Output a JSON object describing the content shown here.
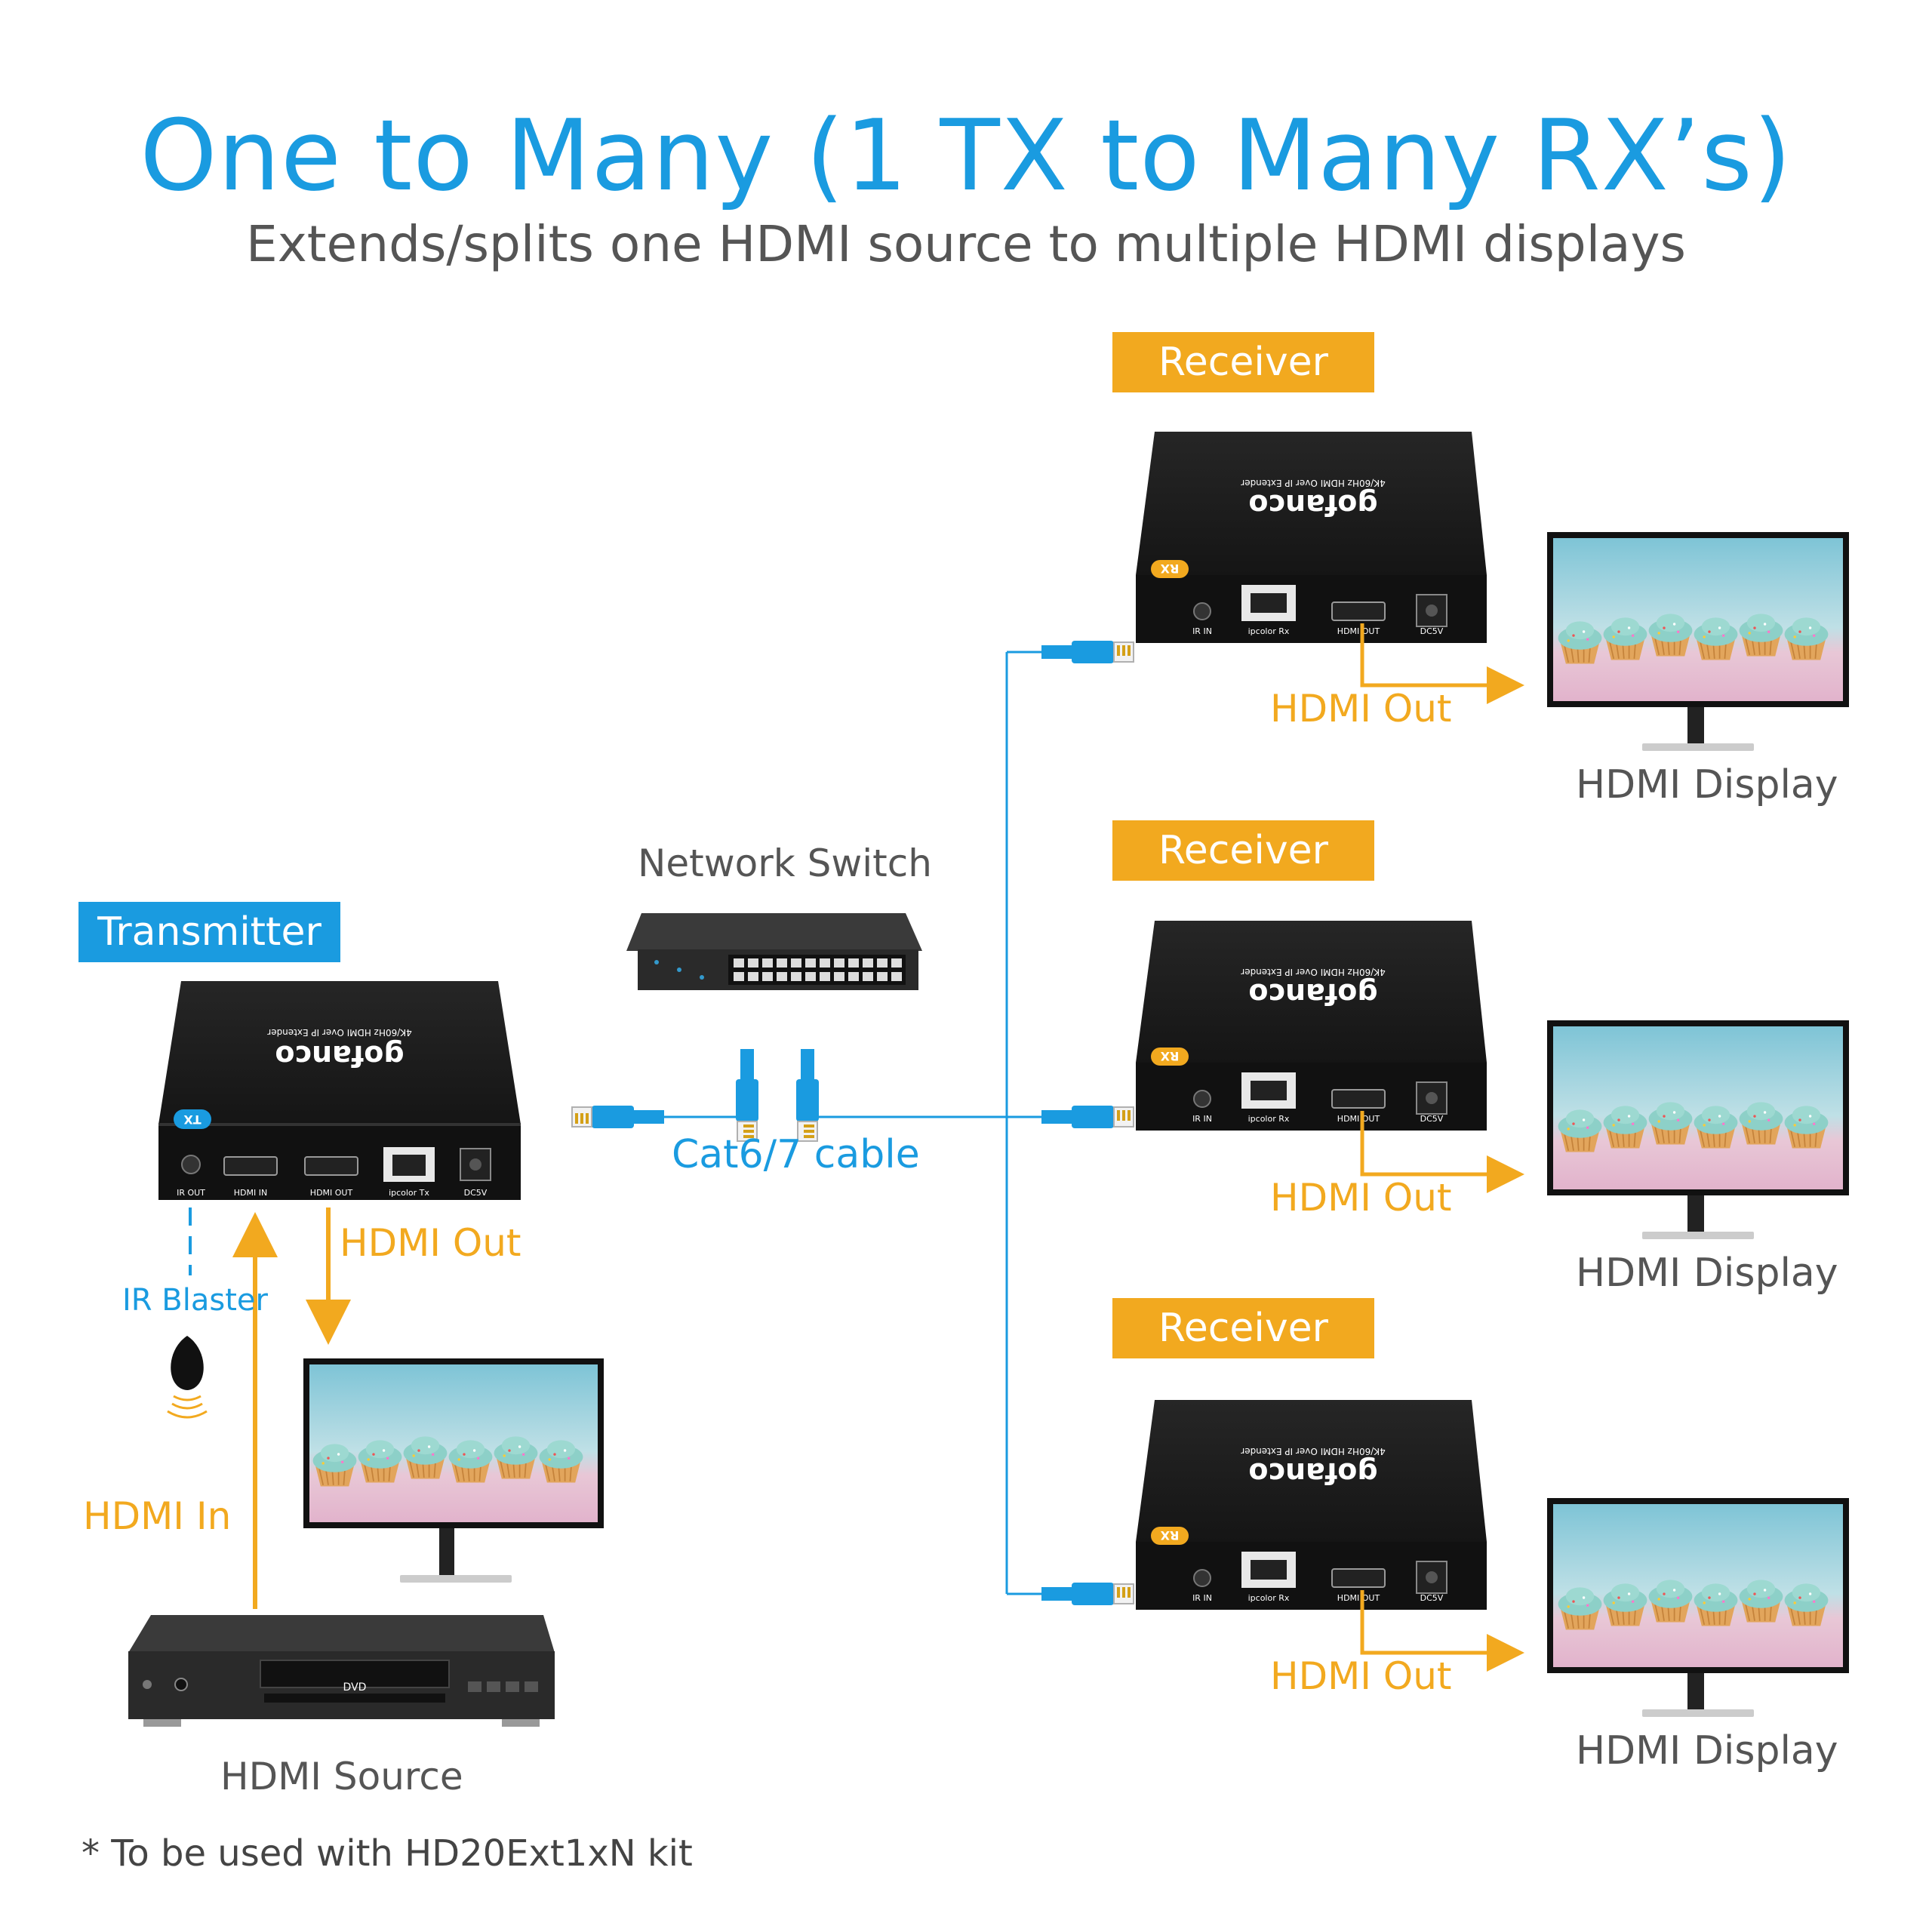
{
  "title": "One to Many (1 TX to Many RX’s)",
  "subtitle": "Extends/splits one HDMI source to multiple HDMI displays",
  "colors": {
    "blue": "#1a9be0",
    "orange": "#f2a91f",
    "text_gray": "#555555",
    "device": "#1c1c1c"
  },
  "transmitter": {
    "badge": "Transmitter",
    "brand": "gofanco",
    "model_text": "4K/60Hz HDMI Over IP Extender",
    "tag": "TX",
    "ports": [
      "IR OUT",
      "HDMI IN",
      "HDMI OUT",
      "ipcolor Tx",
      "DC5V"
    ]
  },
  "receivers": [
    {
      "badge": "Receiver",
      "brand": "gofanco",
      "model_text": "4K/60Hz HDMI Over IP Extender",
      "tag": "RX",
      "ports": [
        "IR IN",
        "ipcolor Rx",
        "HDMI OUT",
        "DC5V"
      ],
      "hdmi_out_label": "HDMI Out",
      "display_label": "HDMI Display"
    },
    {
      "badge": "Receiver",
      "brand": "gofanco",
      "model_text": "4K/60Hz HDMI Over IP Extender",
      "tag": "RX",
      "ports": [
        "IR IN",
        "ipcolor Rx",
        "HDMI OUT",
        "DC5V"
      ],
      "hdmi_out_label": "HDMI Out",
      "display_label": "HDMI Display"
    },
    {
      "badge": "Receiver",
      "brand": "gofanco",
      "model_text": "4K/60Hz HDMI Over IP Extender",
      "tag": "RX",
      "ports": [
        "IR IN",
        "ipcolor Rx",
        "HDMI OUT",
        "DC5V"
      ],
      "hdmi_out_label": "HDMI Out",
      "display_label": "HDMI Display"
    }
  ],
  "switch_label": "Network Switch",
  "cable_label": "Cat6/7 cable",
  "tx_hdmi_out_label": "HDMI Out",
  "ir_blaster_label": "IR Blaster",
  "hdmi_in_label": "HDMI In",
  "source_label": "HDMI Source",
  "dvd_text": "DVD",
  "footnote": "* To be used with HD20Ext1xN kit",
  "icons": [
    "network-switch-icon",
    "rj45-plug-icon",
    "ir-blaster-icon",
    "monitor-icon",
    "dvd-player-icon"
  ]
}
